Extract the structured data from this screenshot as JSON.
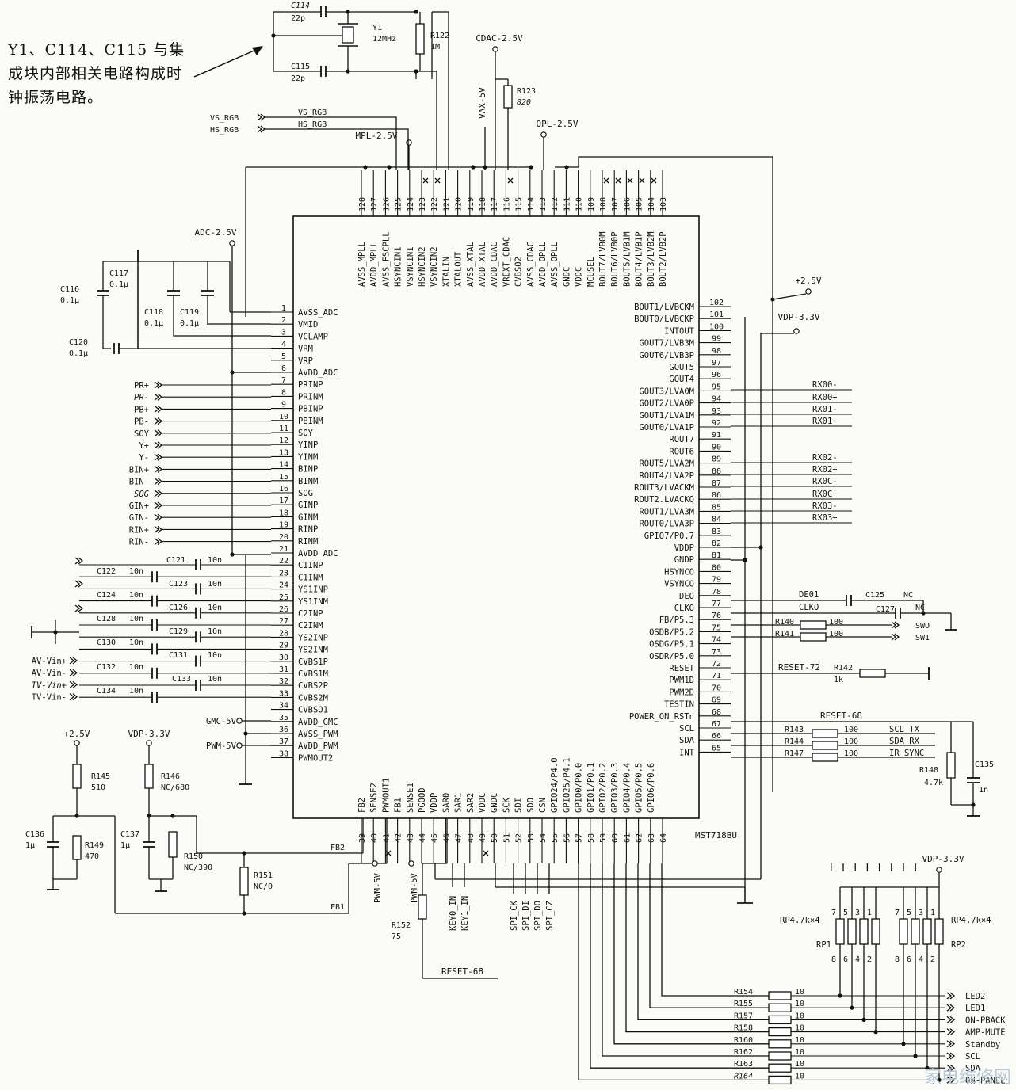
{
  "ic": {
    "name": "MST718BU"
  },
  "note": "Y1、C114、C115 与集成块内部相关电路构成时钟振荡电路。",
  "left_pins": [
    [
      "1",
      "AVSS_ADC"
    ],
    [
      "2",
      "VMID"
    ],
    [
      "3",
      "VCLAMP"
    ],
    [
      "4",
      "VRM"
    ],
    [
      "5",
      "VRP"
    ],
    [
      "6",
      "AVDD_ADC"
    ],
    [
      "7",
      "PRINP"
    ],
    [
      "8",
      "PRINM"
    ],
    [
      "9",
      "PBINP"
    ],
    [
      "10",
      "PBINM"
    ],
    [
      "11",
      "SOY"
    ],
    [
      "12",
      "YINP"
    ],
    [
      "13",
      "YINM"
    ],
    [
      "14",
      "BINP"
    ],
    [
      "15",
      "BINM"
    ],
    [
      "16",
      "SOG"
    ],
    [
      "17",
      "GINP"
    ],
    [
      "18",
      "GINM"
    ],
    [
      "19",
      "RINP"
    ],
    [
      "20",
      "RINM"
    ],
    [
      "21",
      "AVDD_ADC"
    ],
    [
      "22",
      "C1INP"
    ],
    [
      "23",
      "C1INM"
    ],
    [
      "24",
      "YS1INP"
    ],
    [
      "25",
      "YS1INM"
    ],
    [
      "26",
      "C2INP"
    ],
    [
      "27",
      "C2INM"
    ],
    [
      "28",
      "YS2INP"
    ],
    [
      "29",
      "YS2INM"
    ],
    [
      "30",
      "CVBS1P"
    ],
    [
      "31",
      "CVBS1M"
    ],
    [
      "32",
      "CVBS2P"
    ],
    [
      "33",
      "CVBS2M"
    ],
    [
      "34",
      "CVBSO1"
    ],
    [
      "35",
      "AVDD_GMC"
    ],
    [
      "36",
      "AVSS_PWM"
    ],
    [
      "37",
      "AVDD_PWM"
    ],
    [
      "38",
      "PWMOUT2"
    ]
  ],
  "right_pins": [
    [
      "102",
      "BOUT1/LVBCKM"
    ],
    [
      "101",
      "BOUT0/LVBCKP"
    ],
    [
      "100",
      "INTOUT"
    ],
    [
      "99",
      "GOUT7/LVB3M"
    ],
    [
      "98",
      "GOUT6/LVB3P"
    ],
    [
      "97",
      "GOUT5"
    ],
    [
      "96",
      "GOUT4"
    ],
    [
      "95",
      "GOUT3/LVA0M"
    ],
    [
      "94",
      "GOUT2/LVA0P"
    ],
    [
      "93",
      "GOUT1/LVA1M"
    ],
    [
      "92",
      "GOUT0/LVA1P"
    ],
    [
      "91",
      "ROUT7"
    ],
    [
      "90",
      "ROUT6"
    ],
    [
      "89",
      "ROUT5/LVA2M"
    ],
    [
      "88",
      "ROUT4/LVA2P"
    ],
    [
      "87",
      "ROUT3/LVACKM"
    ],
    [
      "86",
      "ROUT2.LVACKO"
    ],
    [
      "85",
      "ROUT1/LVA3M"
    ],
    [
      "84",
      "ROUT0/LVA3P"
    ],
    [
      "83",
      "GPIO7/P0.7"
    ],
    [
      "82",
      "VDDP"
    ],
    [
      "81",
      "GNDP"
    ],
    [
      "80",
      "HSYNCO"
    ],
    [
      "79",
      "VSYNCO"
    ],
    [
      "78",
      "DEO"
    ],
    [
      "77",
      "CLKO"
    ],
    [
      "76",
      "FB/P5.3"
    ],
    [
      "75",
      "OSDB/P5.2"
    ],
    [
      "74",
      "OSDG/P5.1"
    ],
    [
      "73",
      "OSDR/P5.0"
    ],
    [
      "72",
      "RESET"
    ],
    [
      "71",
      "PWM1D"
    ],
    [
      "70",
      "PWM2D"
    ],
    [
      "69",
      "TESTIN"
    ],
    [
      "68",
      "POWER_ON_RSTn"
    ],
    [
      "67",
      "SCL"
    ],
    [
      "66",
      "SDA"
    ],
    [
      "65",
      "INT"
    ]
  ],
  "top_pins": [
    [
      "128",
      "AVSS_MPLL"
    ],
    [
      "127",
      "AVDD_MPLL"
    ],
    [
      "126",
      "AVSS_FSCPLL"
    ],
    [
      "125",
      "HSYNCIN1"
    ],
    [
      "124",
      "VSYNCIN1"
    ],
    [
      "123",
      "HSYNCIN2"
    ],
    [
      "122",
      "VSYNCIN2"
    ],
    [
      "121",
      "XTALIN"
    ],
    [
      "120",
      "XTALOUT"
    ],
    [
      "119",
      "AVSS_XTAL"
    ],
    [
      "118",
      "AVDD_XTAL"
    ],
    [
      "117",
      "AVDD_CDAC"
    ],
    [
      "116",
      "VREXT_CDAC"
    ],
    [
      "115",
      "CVBSO2"
    ],
    [
      "114",
      "AVSS_CDAC"
    ],
    [
      "113",
      "AVDD_OPLL"
    ],
    [
      "112",
      "AVSS_OPLL"
    ],
    [
      "111",
      "GNDC"
    ],
    [
      "110",
      "VDDC"
    ],
    [
      "109",
      "MCUSEL"
    ],
    [
      "108",
      "BOUT7/LVB0M"
    ],
    [
      "107",
      "BOUT6/LVB0P"
    ],
    [
      "106",
      "BOUT5/LVB1M"
    ],
    [
      "105",
      "BOUT4/LVB1P"
    ],
    [
      "104",
      "BOUT3/LVB2M"
    ],
    [
      "103",
      "BOUT2/LVB2P"
    ]
  ],
  "bottom_pins": [
    [
      "39",
      "FB2"
    ],
    [
      "40",
      "SENSE2"
    ],
    [
      "41",
      "PWMOUT1"
    ],
    [
      "42",
      "FB1"
    ],
    [
      "43",
      "SENSE1"
    ],
    [
      "44",
      "PGOOD"
    ],
    [
      "45",
      "VDDP"
    ],
    [
      "46",
      "SAR0"
    ],
    [
      "47",
      "SAR1"
    ],
    [
      "48",
      "SAR2"
    ],
    [
      "49",
      "VDDC"
    ],
    [
      "50",
      "GNDC"
    ],
    [
      "51",
      "SCK"
    ],
    [
      "52",
      "SDI"
    ],
    [
      "53",
      "SDO"
    ],
    [
      "54",
      "CSN"
    ],
    [
      "55",
      "GPIO24/P4.0"
    ],
    [
      "56",
      "GPIO25/P4.1"
    ],
    [
      "57",
      "GPIO0/P0.0"
    ],
    [
      "58",
      "GPIO1/P0.1"
    ],
    [
      "59",
      "GPIO2/P0.2"
    ],
    [
      "60",
      "GPIO3/P0.3"
    ],
    [
      "61",
      "GPIO4/P0.4"
    ],
    [
      "62",
      "GPIO5/P0.5"
    ],
    [
      "63",
      "GPIO6/P0.6"
    ],
    [
      "64",
      ""
    ]
  ],
  "left_inputs": [
    "PR+",
    "PR-",
    "PB+",
    "PB-",
    "SOY",
    "Y+",
    "Y-",
    "BIN+",
    "BIN-",
    "SOG",
    "GIN+",
    "GIN-",
    "RIN+",
    "RIN-"
  ],
  "av_inputs": [
    "AV-Vin+",
    "AV-Vin-",
    "TV-Vin+",
    "TV-Vin-"
  ],
  "coupling_caps": [
    [
      "C121",
      "10n"
    ],
    [
      "C122",
      "10n"
    ],
    [
      "C123",
      "10n"
    ],
    [
      "C124",
      "10n"
    ],
    [
      "C128",
      "10n"
    ],
    [
      "C129",
      "10n"
    ],
    [
      "C130",
      "10n"
    ],
    [
      "C131",
      "10n"
    ],
    [
      "C132",
      "10n"
    ],
    [
      "C133",
      "10n"
    ],
    [
      "C134",
      "10n"
    ],
    [
      "C126",
      "10n"
    ]
  ],
  "decoupling": [
    [
      "C116",
      "0.1μ"
    ],
    [
      "C117",
      "0.1μ"
    ],
    [
      "C118",
      "0.1μ"
    ],
    [
      "C119",
      "0.1μ"
    ],
    [
      "C120",
      "0.1μ"
    ]
  ],
  "crystal": {
    "c114": "C114",
    "c114v": "22p",
    "c115": "C115",
    "c115v": "22p",
    "y1": "Y1",
    "y1v": "12MHz",
    "r122": "R122",
    "r122v": "1M"
  },
  "rails": {
    "cdac": "CDAC-2.5V",
    "vax": "VAX-5V",
    "opl": "OPL-2.5V",
    "mpl": "MPL-2.5V",
    "adc": "ADC-2.5V",
    "p25": "+2.5V",
    "vdp": "VDP-3.3V",
    "vdp2": "VDP-3.3V",
    "p25b": "+2.5V",
    "vdp3": "VDP-3.3V",
    "gmc": "GMC-5V",
    "pwm": "PWM-5V",
    "pwm5a": "PWM-5V",
    "pwm5b": "PWM-5V"
  },
  "r123": {
    "ref": "R123",
    "val": "820"
  },
  "sync": {
    "vs": "VS_RGB",
    "hs": "HS_RGB",
    "vs2": "VS_RGB",
    "hs2": "HS_RGB"
  },
  "lvds": [
    "RX00-",
    "RX00+",
    "RX01-",
    "RX01+",
    "RX02-",
    "RX02+",
    "RX0C-",
    "RX0C+",
    "RX03-",
    "RX03+"
  ],
  "right_misc": {
    "de01": "DE01",
    "clko": "CLKO",
    "c125": "C125",
    "nc1": "NC",
    "c127": "C127",
    "nc2": "NC",
    "r140": "R140",
    "r140v": "100",
    "r141": "R141",
    "r141v": "100",
    "swo": "SWO",
    "sw1": "SW1",
    "reset72": "RESET-72",
    "r142": "R142",
    "r142v": "1k",
    "reset68": "RESET-68",
    "r143": "R143",
    "r143v": "100",
    "r144": "R144",
    "r144v": "100",
    "r147": "R147",
    "r147v": "100",
    "scltx": "SCL_TX",
    "sdarx": "SDA_RX",
    "irsync": "IR_SYNC",
    "r148": "R148",
    "r148v": "4.7k",
    "c135": "C135",
    "c135v": "1n"
  },
  "bottom_left": {
    "r145": "R145",
    "r145v": "510",
    "r146": "R146",
    "r146v": "NC/680",
    "c136": "C136",
    "c136v": "1μ",
    "r149": "R149",
    "r149v": "470",
    "c137": "C137",
    "c137v": "1μ",
    "r150": "R150",
    "r150v": "NC/390",
    "r151": "R151",
    "r151v": "NC/0",
    "fb2": "FB2",
    "fb1": "FB1",
    "r152": "R152",
    "r152v": "75",
    "key0": "KEY0_IN",
    "key1": "KEY1_IN",
    "reset68b": "RESET-68",
    "spick": "SPI_CK",
    "spidi": "SPI_DI",
    "spido": "SPI_DO",
    "spicz": "SPI_CZ"
  },
  "rp": {
    "rp1": "RP1",
    "rp2": "RP2",
    "rp1v": "RP4.7k×4",
    "rp2v": "RP4.7k×4"
  },
  "gpio_res": [
    [
      "R154",
      "10"
    ],
    [
      "R155",
      "10"
    ],
    [
      "R157",
      "10"
    ],
    [
      "R158",
      "10"
    ],
    [
      "R160",
      "10"
    ],
    [
      "R162",
      "10"
    ],
    [
      "R163",
      "10"
    ],
    [
      "R164",
      "10"
    ]
  ],
  "gpio_out": [
    "LED2",
    "LED1",
    "ON-PBACK",
    "AMP-MUTE",
    "Standby",
    "SCL",
    "SDA",
    "ON-PANEL"
  ],
  "watermark": "家电维修网"
}
